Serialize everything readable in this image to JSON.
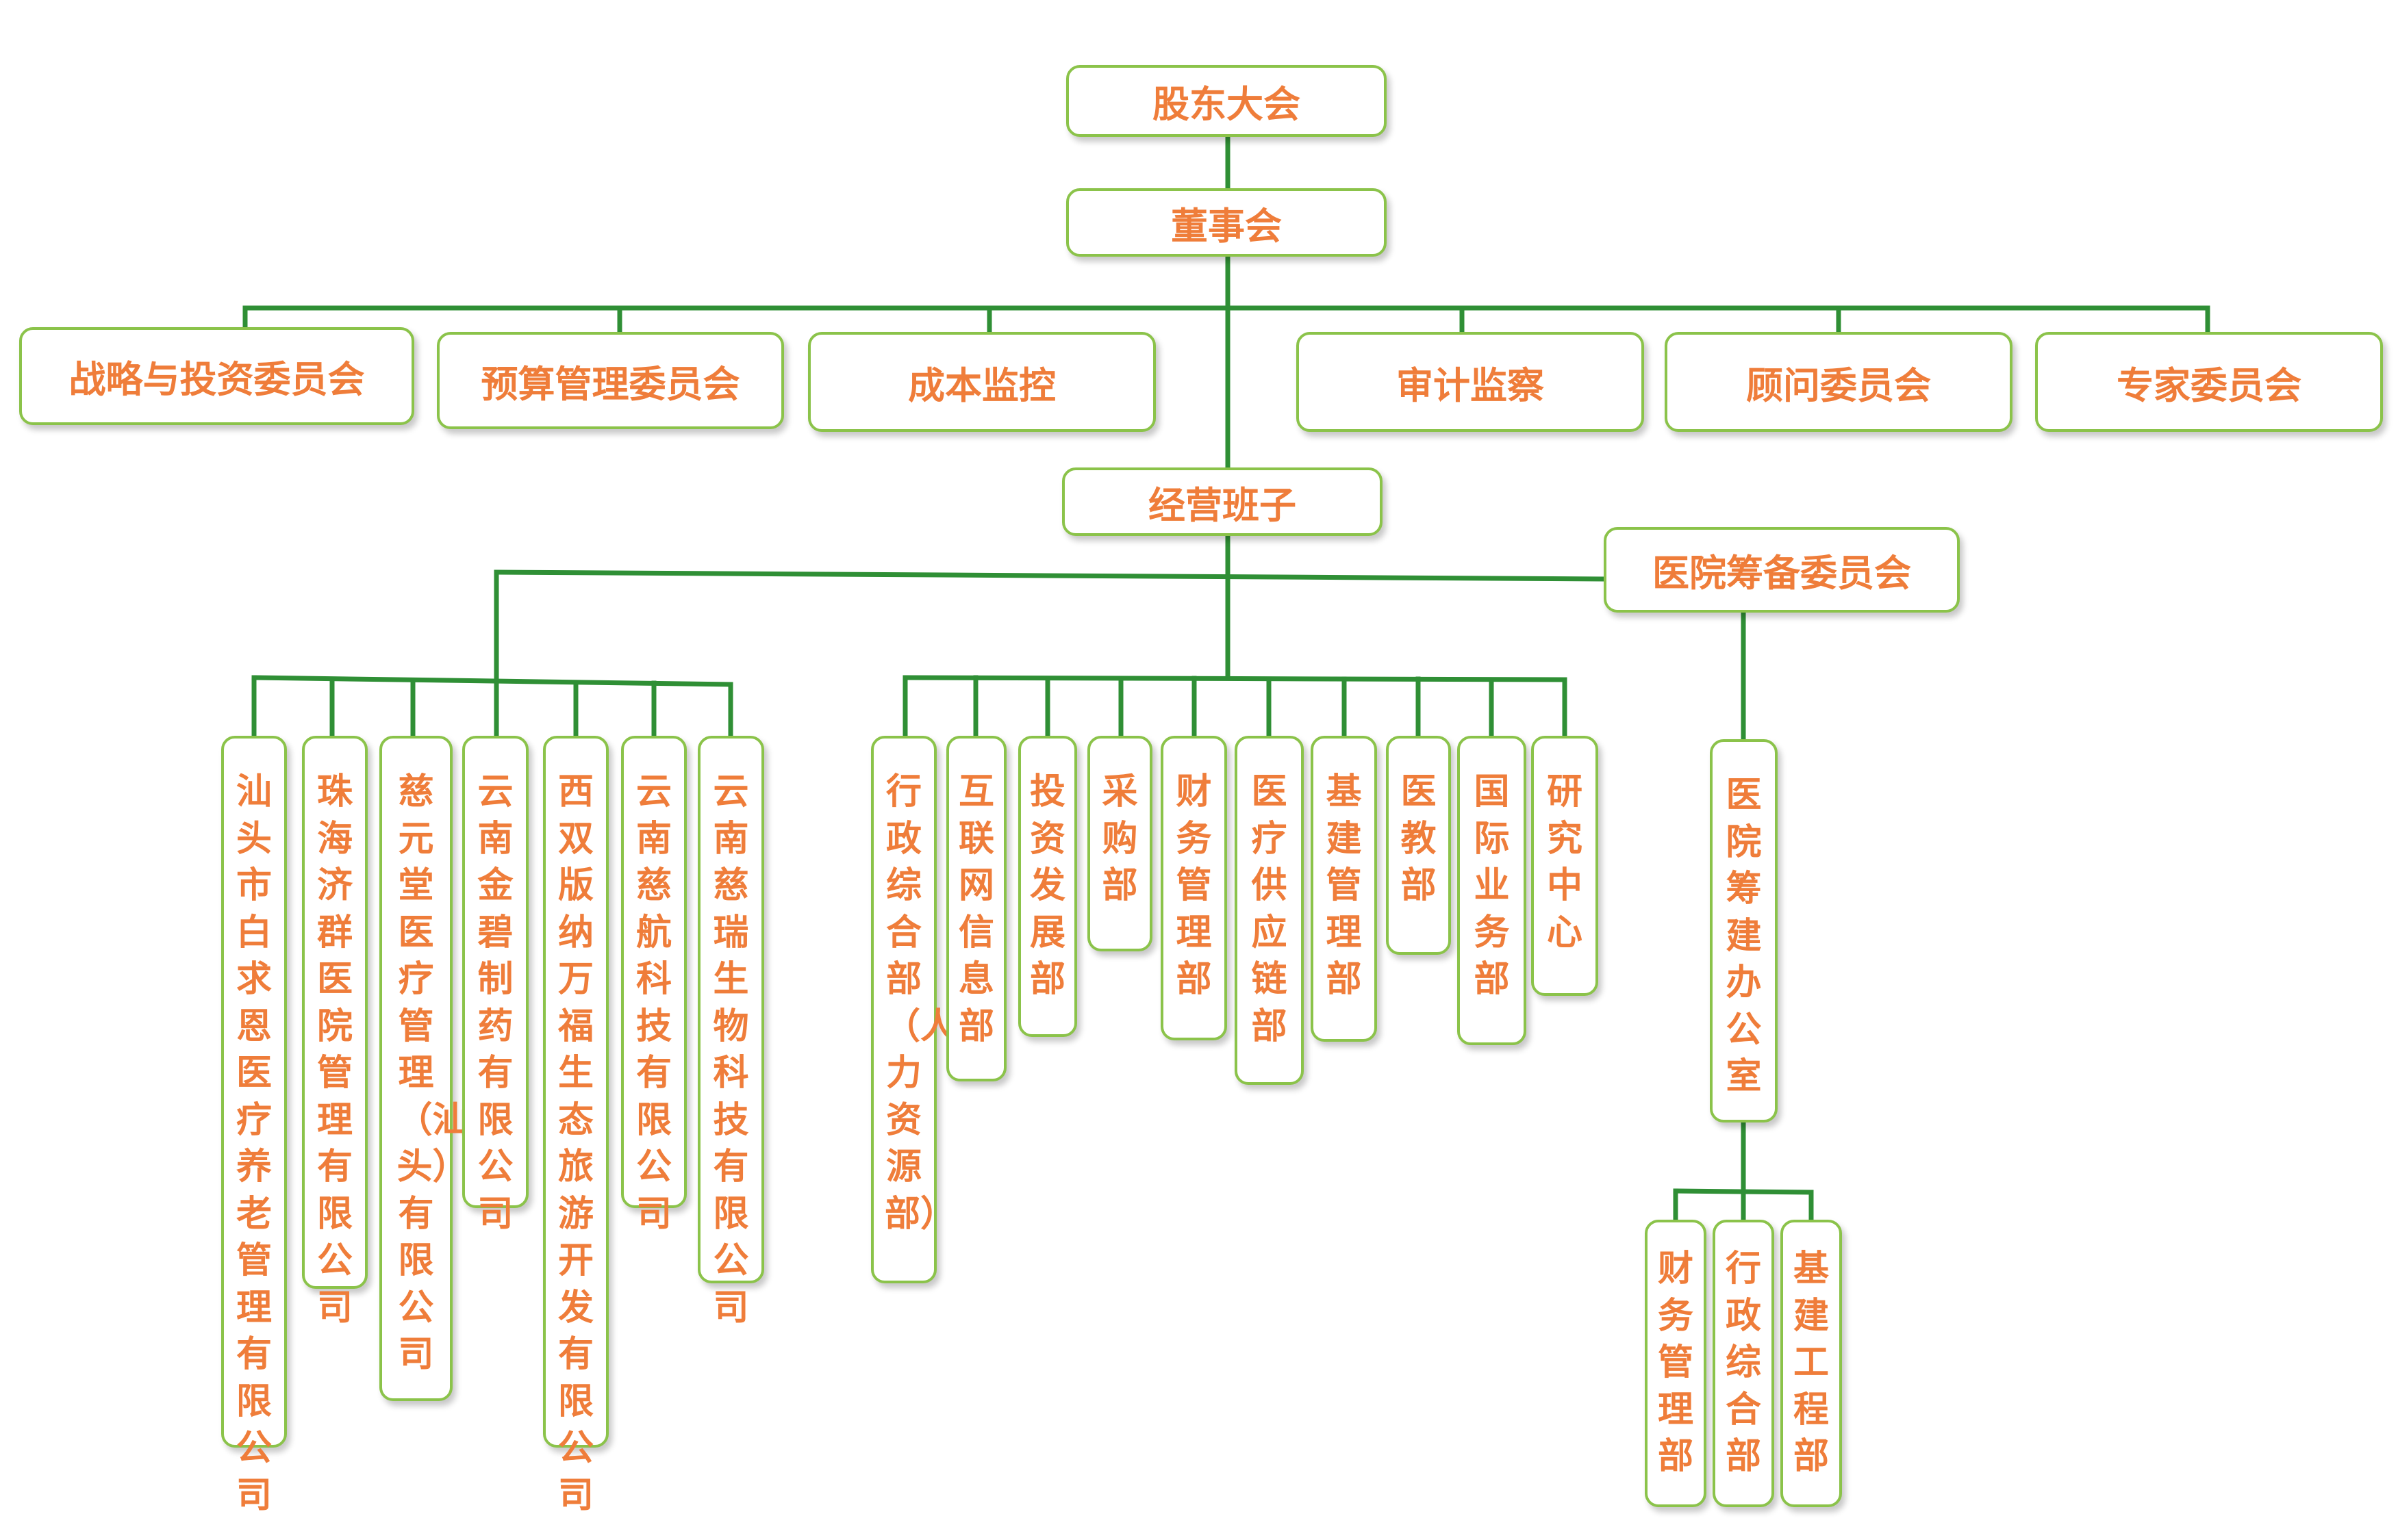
{
  "top": {
    "shareholders": "股东大会",
    "board": "董事会"
  },
  "committees": [
    "战略与投资委员会",
    "预算管理委员会",
    "成本监控",
    "审计监察",
    "顾问委员会",
    "专家委员会"
  ],
  "management": "经营班子",
  "hospital_prep_committee": "医院筹备委员会",
  "subsidiaries": [
    "汕头市白求恩医疗养老管理有限公司",
    "珠海济群医院管理有限公司",
    "慈元堂医疗管理（汕头）有限公司",
    "云南金碧制药有限公司",
    "西双版纳万福生态旅游开发有限公司",
    "云南慈航科技有限公司",
    "云南慈瑞生物科技有限公司"
  ],
  "departments": [
    "行政综合部（人力资源部）",
    "互联网信息部",
    "投资发展部",
    "采购部",
    "财务管理部",
    "医疗供应链部",
    "基建管理部",
    "医教部",
    "国际业务部",
    "研究中心"
  ],
  "hospital_prep_office": "医院筹建办公室",
  "office_departments": [
    "财务管理部",
    "行政综合部",
    "基建工程部"
  ],
  "colors": {
    "text": "#ef7d3a",
    "border": "#8bc34a",
    "connector": "#2f8f35"
  }
}
